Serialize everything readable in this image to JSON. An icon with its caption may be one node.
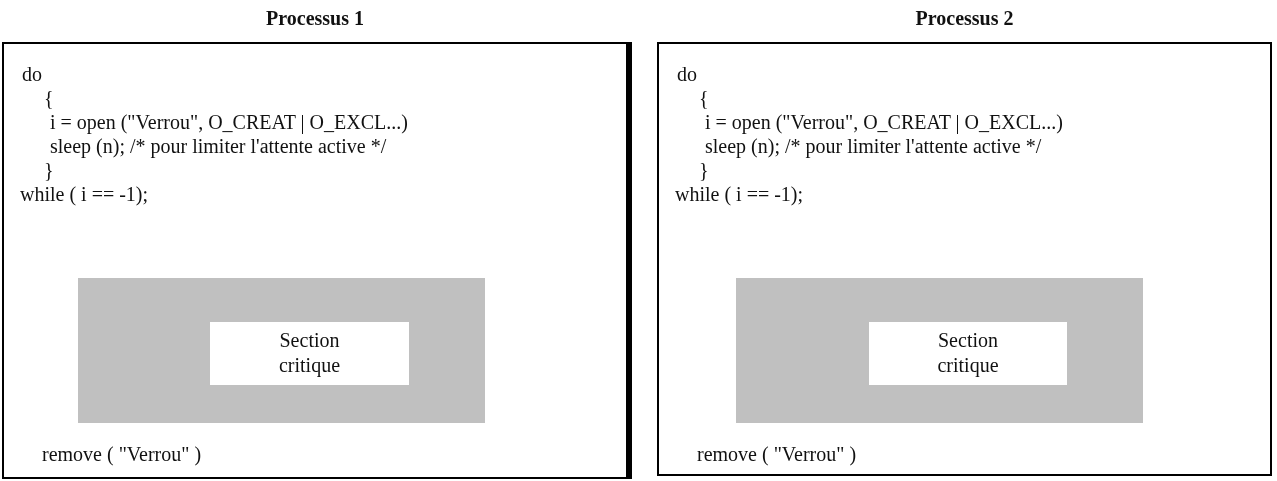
{
  "diagram": {
    "nodes": [
      {
        "text": [
          "Processus 1",
          "do",
          "{",
          "i = open (\"Verrou\", O_CREAT | O_EXCL...)",
          "sleep (n); /* pour limiter l'attente active */",
          "}",
          "while ( i == -1);",
          "remove ( \"Verrou\" )"
        ]
      },
      {
        "text": [],
        "shape": "box",
        "in": 0
      },
      {
        "text": [
          "Section critique"
        ],
        "in": 1
      },
      {
        "text": [
          "Processus 2",
          "do",
          "{",
          "i = open (\"Verrou\", O_CREAT | O_EXCL...)",
          "sleep (n); /* pour limiter l'attente active */",
          "}",
          "while ( i == -1);",
          "remove ( \"Verrou\" )"
        ]
      },
      {
        "text": [],
        "shape": "box",
        "in": 3
      },
      {
        "text": [
          "Section critique"
        ],
        "in": 4
      }
    ]
  }
}
